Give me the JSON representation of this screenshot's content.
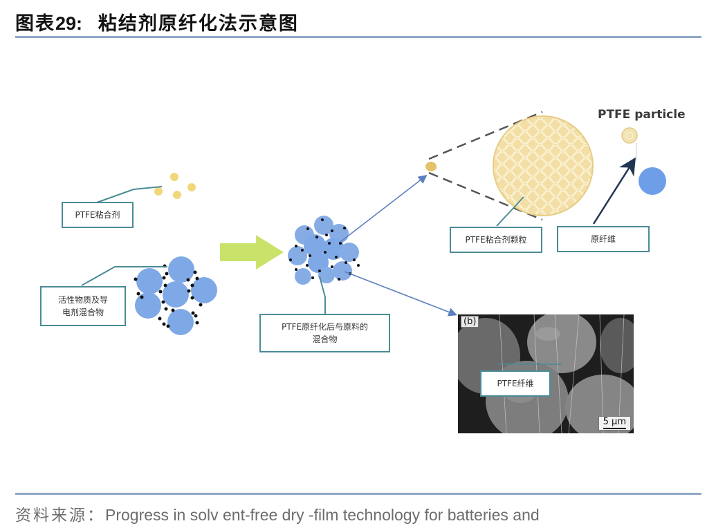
{
  "header": {
    "figure_prefix": "图表",
    "figure_number": "29:",
    "title": "粘结剂原纤化法示意图"
  },
  "diagram": {
    "labels": {
      "ptfe_binder": "PTFE粘合剂",
      "active_mix_line1": "活性物质及导",
      "active_mix_line2": "电剂混合物",
      "fibrillated_mix_line1": "PTFE原纤化后与原料的",
      "fibrillated_mix_line2": "混合物",
      "ptfe_binder_particle": "PTFE粘合剂颗粒",
      "fibril": "原纤维",
      "ptfe_particle_en": "PTFE  particle",
      "ptfe_fiber": "PTFE纤维"
    },
    "sem_image": {
      "panel_label": "(b)",
      "scale_bar": "5 μm"
    },
    "colors": {
      "active_particle": "#7ea8e6",
      "ptfe_particle": "#f1d67a",
      "conductive_dot": "#111111",
      "process_arrow": "#c9e36a",
      "pointer_line": "#4a8b96",
      "zoom_arrow": "#5b7fbf",
      "ptfe_zoom_fill": "#f3dfa6"
    }
  },
  "footer": {
    "source_label": "资料来源：",
    "source_text": "Progress in solv ent-free dry -film technology  for batteries and"
  }
}
